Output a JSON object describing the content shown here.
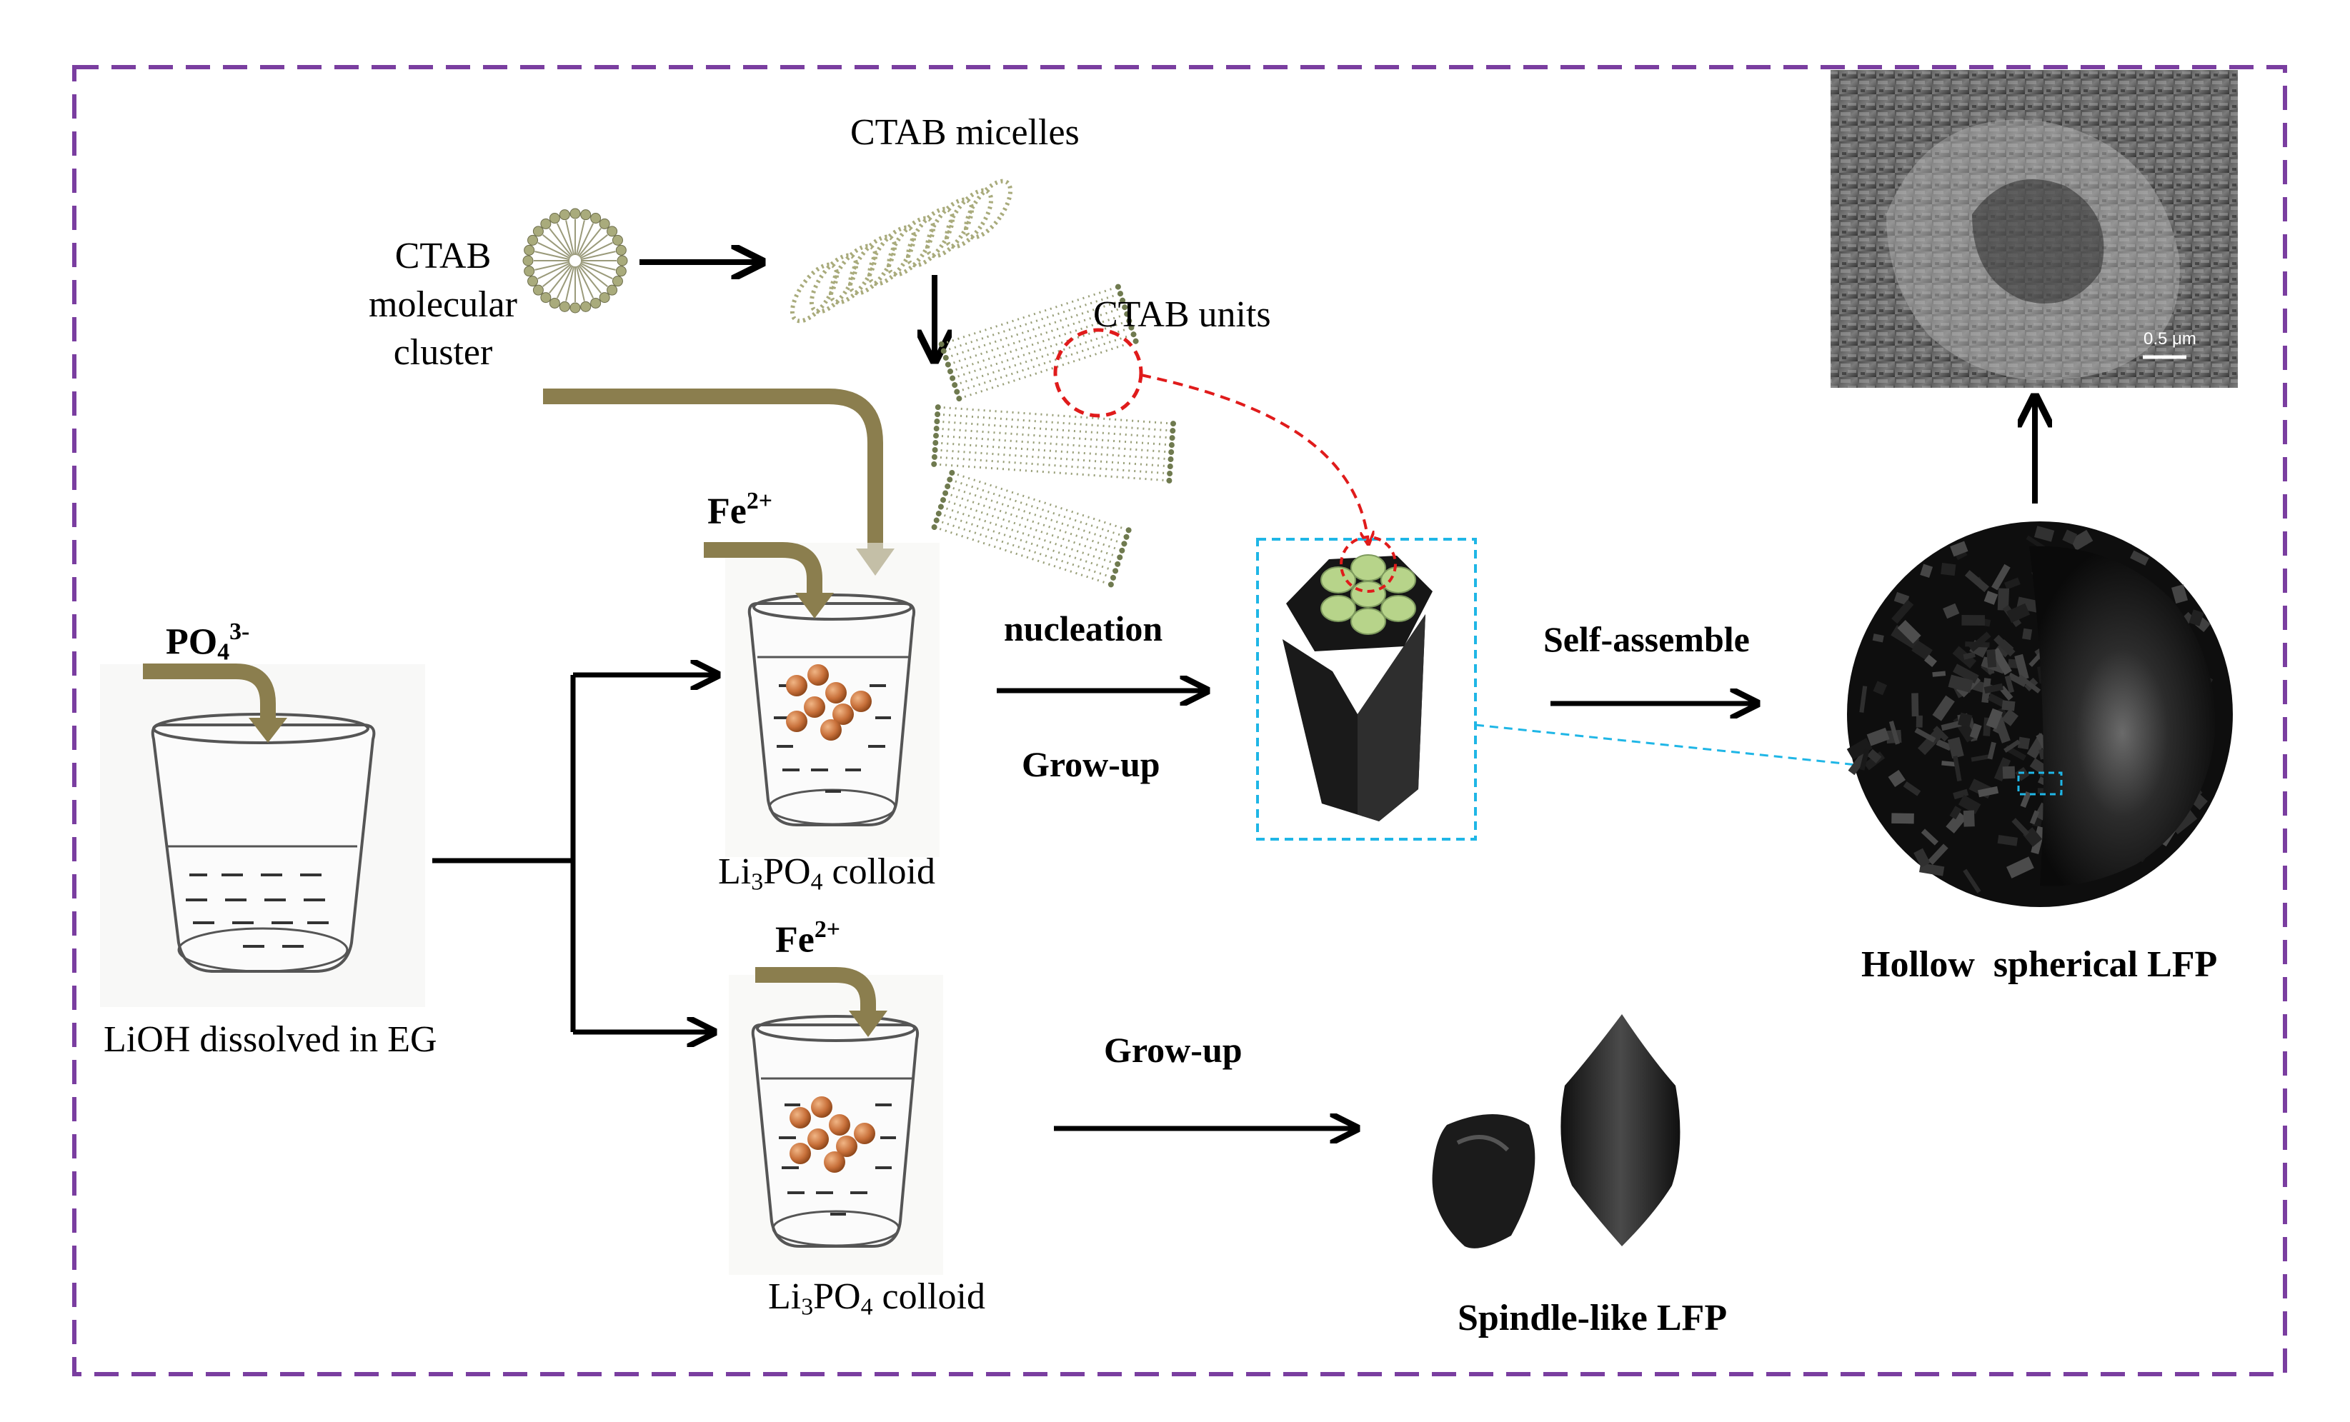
{
  "diagram": {
    "labels": {
      "ctab_micelles": "CTAB micelles",
      "ctab_cluster_line1": "CTAB",
      "ctab_cluster_line2": "molecular",
      "ctab_cluster_line3": "cluster",
      "ctab_units": "CTAB units",
      "fe_top": "Fe",
      "fe_top_charge": "2+",
      "fe_bottom": "Fe",
      "fe_bottom_charge": "2+",
      "po4": "PO",
      "po4_sub": "4",
      "po4_charge": "3-",
      "nucleation": "nucleation",
      "growup_top": "Grow-up",
      "growup_bottom": "Grow-up",
      "self_assemble": "Self-assemble",
      "colloid_top_li": "Li",
      "colloid_top_sub3": "3",
      "colloid_top_po": "PO",
      "colloid_top_sub4": "4",
      "colloid_top_word": " colloid",
      "colloid_bottom_li": "Li",
      "colloid_bottom_sub3": "3",
      "colloid_bottom_po": "PO",
      "colloid_bottom_sub4": "4",
      "colloid_bottom_word": " colloid",
      "lioh": "LiOH dissolved in EG",
      "hollow": "Hollow  spherical LFP",
      "spindle": "Spindle-like LFP",
      "scale_bar": "0.5 μm"
    },
    "colors": {
      "frame": "#7a3ea0",
      "olive_arrow": "#8b7e4e",
      "red_dash": "#e01b1b",
      "cyan_dash": "#1fb6e6",
      "particle": "#c8703a",
      "hex_face": "#b7d48a",
      "dark_solid": "#141414"
    }
  }
}
